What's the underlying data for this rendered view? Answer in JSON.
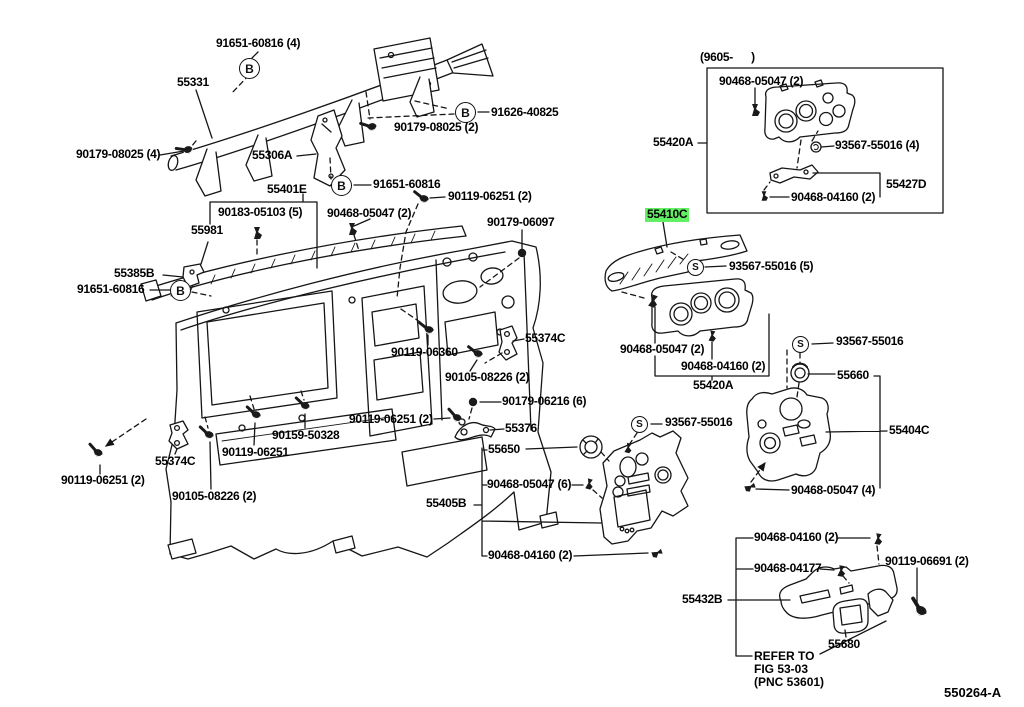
{
  "figure": {
    "code": "550264-A",
    "date_range": "(9605-      )",
    "note": {
      "line1": "REFER TO",
      "line2": "FIG 53-03",
      "line3": "(PNC 53601)"
    }
  },
  "highlight_color": "#63ef63",
  "markers": {
    "b": "B",
    "s": "S"
  },
  "icon_names": [
    "screw-icon",
    "clip-icon",
    "ball-stud-icon",
    "screw-with-washer-icon",
    "circle-b-marker",
    "circle-s-marker",
    "grommet-icon"
  ],
  "callouts": {
    "c01": {
      "text": "91651-60816 (4)"
    },
    "c02": {
      "text": "55331"
    },
    "c03": {
      "text": "90179-08025 (4)"
    },
    "c04": {
      "text": "55306A"
    },
    "c05": {
      "text": "90179-08025 (2)"
    },
    "c06": {
      "text": "91626-40825"
    },
    "c07": {
      "text": "91651-60816"
    },
    "c08": {
      "text": "90119-06251 (2)"
    },
    "c09": {
      "text": "90179-06097"
    },
    "c10": {
      "text": "55401E"
    },
    "c11": {
      "text": "90183-05103 (5)"
    },
    "c12": {
      "text": "90468-05047 (2)"
    },
    "c13": {
      "text": "55981"
    },
    "c14": {
      "text": "55385B"
    },
    "c15": {
      "text": "91651-60816"
    },
    "c16": {
      "text": "90119-06360"
    },
    "c17": {
      "text": "55374C"
    },
    "c18": {
      "text": "90105-08226 (2)"
    },
    "c19": {
      "text": "90179-06216 (6)"
    },
    "c20": {
      "text": "90119-06251 (2)"
    },
    "c21": {
      "text": "55376"
    },
    "c22": {
      "text": "90119-06251 (2)"
    },
    "c23": {
      "text": "55374C"
    },
    "c24": {
      "text": "90119-06251"
    },
    "c25": {
      "text": "90159-50328"
    },
    "c26": {
      "text": "90105-08226 (2)"
    },
    "c28": {
      "text": "90468-05047 (2)"
    },
    "c29": {
      "text": "55420A"
    },
    "c30": {
      "text": "93567-55016 (4)"
    },
    "c31": {
      "text": "55427D"
    },
    "c32": {
      "text": "90468-04160 (2)"
    },
    "c33": {
      "text": "55410C"
    },
    "c34": {
      "text": "93567-55016 (5)"
    },
    "c35": {
      "text": "90468-05047 (2)"
    },
    "c36": {
      "text": "90468-04160 (2)"
    },
    "c37": {
      "text": "55420A"
    },
    "c38": {
      "text": "93567-55016"
    },
    "c39": {
      "text": "55660"
    },
    "c40": {
      "text": "55404C"
    },
    "c41": {
      "text": "90468-05047 (4)"
    },
    "c42": {
      "text": "93567-55016"
    },
    "c43": {
      "text": "55650"
    },
    "c44": {
      "text": "90468-05047 (6)"
    },
    "c45": {
      "text": "55405B"
    },
    "c46": {
      "text": "90468-04160 (2)"
    },
    "c47": {
      "text": "90468-04160 (2)"
    },
    "c48": {
      "text": "90468-04177"
    },
    "c49": {
      "text": "90119-06691 (2)"
    },
    "c50": {
      "text": "55432B"
    },
    "c51": {
      "text": "55680"
    }
  }
}
